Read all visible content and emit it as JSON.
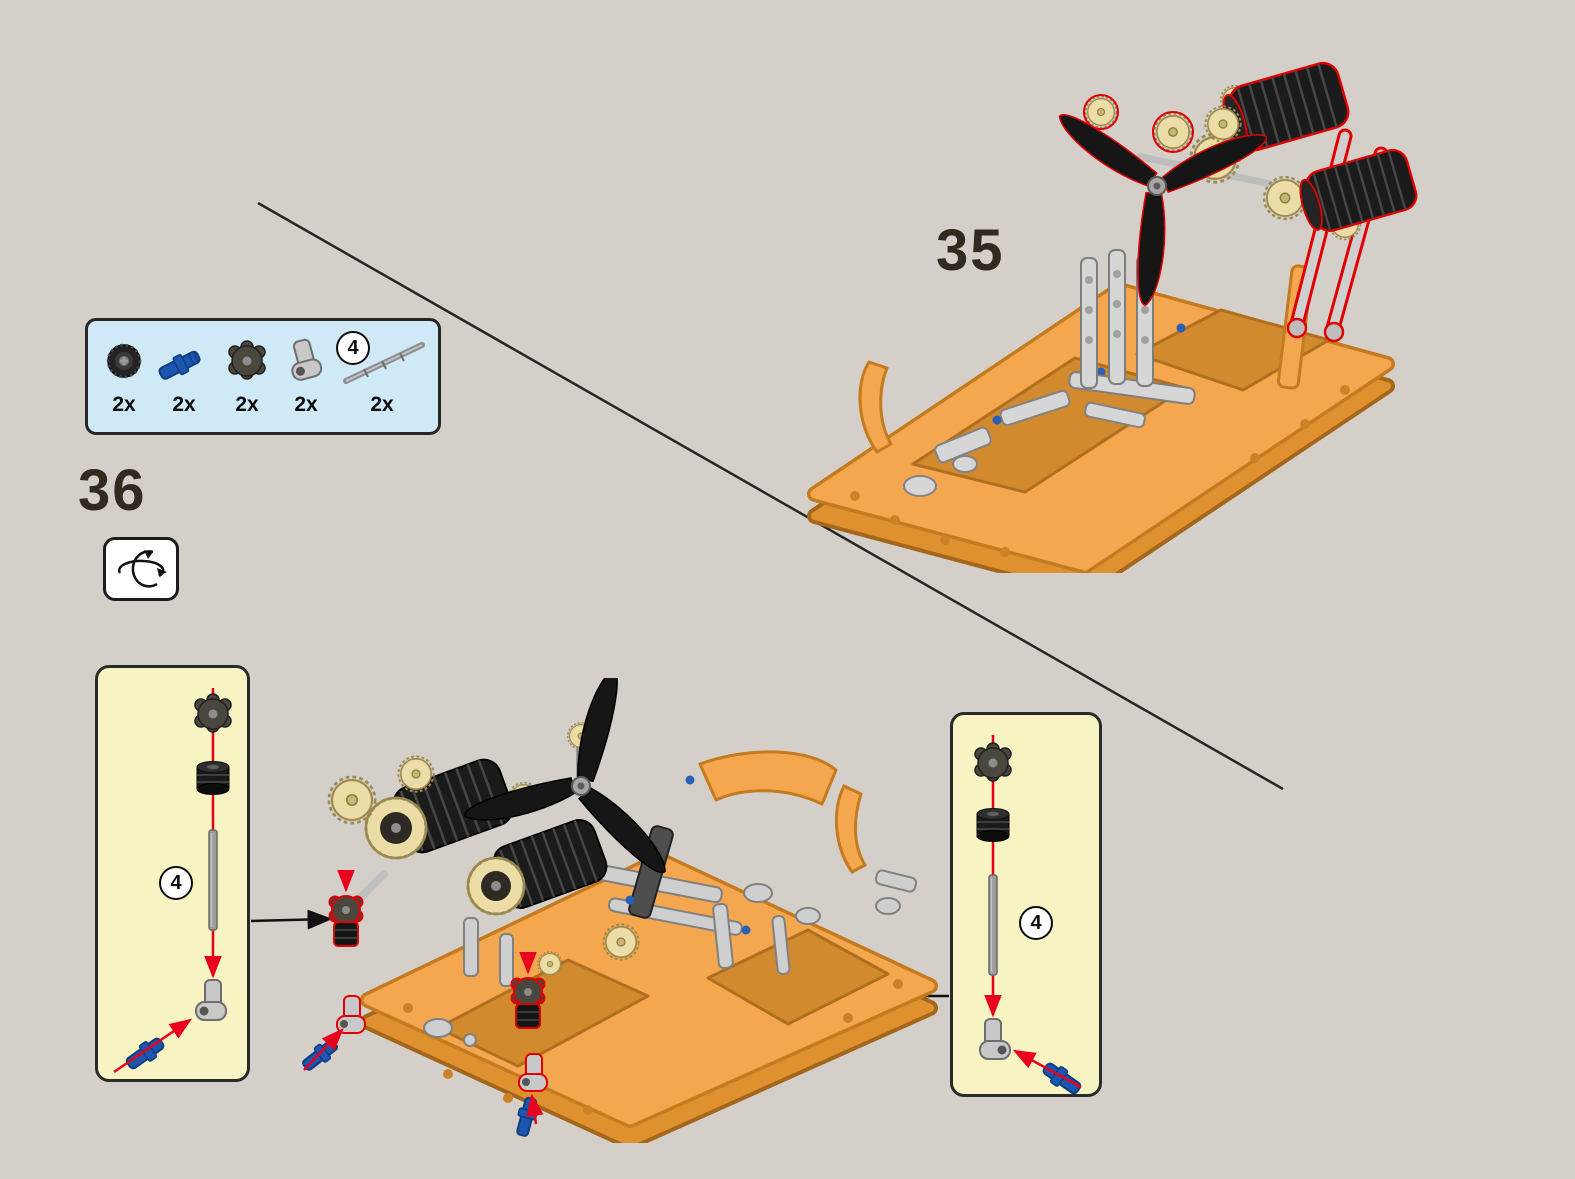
{
  "steps": {
    "step35": "35",
    "step36": "36"
  },
  "parts_box": {
    "axle_badge": "4",
    "items": [
      {
        "name": "bush",
        "qty": "2x"
      },
      {
        "name": "blue-axle-pin",
        "qty": "2x"
      },
      {
        "name": "knob-wheel-gear",
        "qty": "2x"
      },
      {
        "name": "angled-axle-connector",
        "qty": "2x"
      },
      {
        "name": "axle-4-studs",
        "qty": "2x"
      }
    ]
  },
  "callouts": {
    "left": {
      "badge": "4"
    },
    "right": {
      "badge": "4"
    }
  },
  "icons": {
    "rotate": "rotate-model-icon"
  },
  "colors": {
    "background": "#d4d0c9",
    "accent_orange": "#f4a74f",
    "pin_blue": "#1d56b0",
    "gear_tan": "#ecdca6",
    "highlight_red": "#e8001e",
    "parts_box_blue": "#cfe9f7",
    "callout_yellow": "#f8f3c2"
  }
}
